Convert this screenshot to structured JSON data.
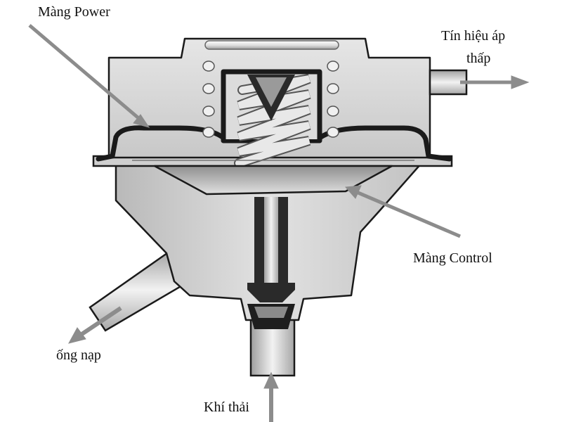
{
  "labels": {
    "power_diaphragm": "Màng Power",
    "signal_line1": "Tín hiệu áp",
    "signal_line2": "thấp",
    "control_diaphragm": "Màng Control",
    "intake": "ống nạp",
    "exhaust": "Khí thải"
  },
  "colors": {
    "body": "#cfcfcf",
    "outline": "#1a1a1a",
    "pointer_arrow": "#8c8c8c",
    "spring": "#e6e6e6"
  }
}
